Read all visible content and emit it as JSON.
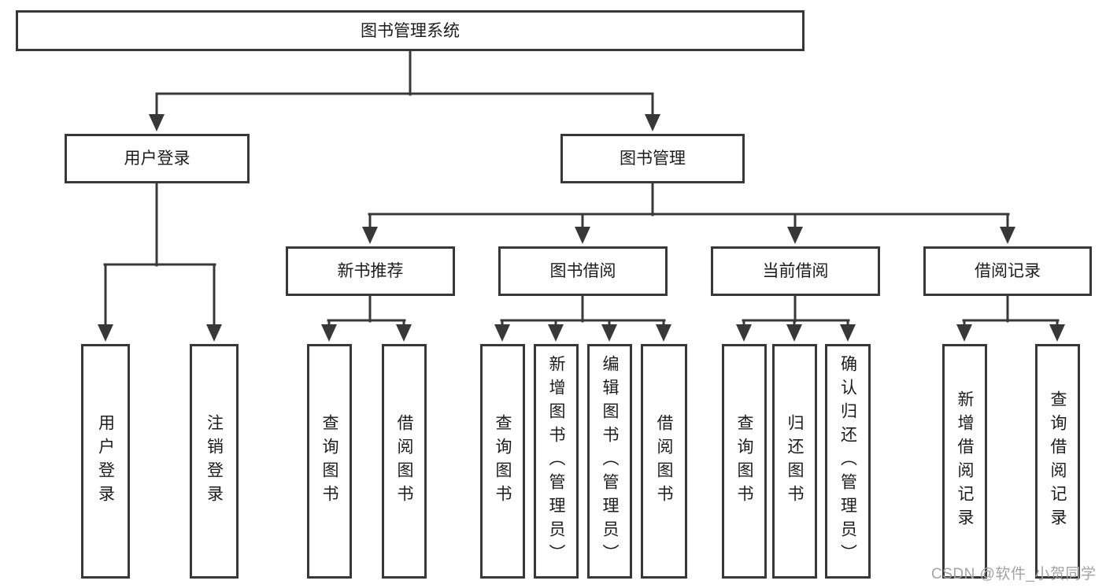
{
  "tree": {
    "root": {
      "label": "图书管理系统"
    },
    "branches": [
      {
        "label": "用户登录",
        "leaves": [
          {
            "label": "用户登录"
          },
          {
            "label": "注销登录"
          }
        ]
      },
      {
        "label": "图书管理",
        "groups": [
          {
            "label": "新书推荐",
            "leaves": [
              {
                "label": "查询图书"
              },
              {
                "label": "借阅图书"
              }
            ]
          },
          {
            "label": "图书借阅",
            "leaves": [
              {
                "label": "查询图书"
              },
              {
                "label": "新增图书（管理员）"
              },
              {
                "label": "编辑图书（管理员）"
              },
              {
                "label": "借阅图书"
              }
            ]
          },
          {
            "label": "当前借阅",
            "leaves": [
              {
                "label": "查询图书"
              },
              {
                "label": "归还图书"
              },
              {
                "label": "确认归还（管理员）"
              }
            ]
          },
          {
            "label": "借阅记录",
            "leaves": [
              {
                "label": "新增借阅记录"
              },
              {
                "label": "查询借阅记录"
              }
            ]
          }
        ]
      }
    ]
  },
  "watermark": "CSDN @软件_小贺同学",
  "colors": {
    "line": "#383838",
    "box_border": "#383838",
    "box_fill": "#ffffff",
    "text": "#1c1c1c",
    "watermark": "#a3a3a3",
    "background": "#ffffff"
  }
}
